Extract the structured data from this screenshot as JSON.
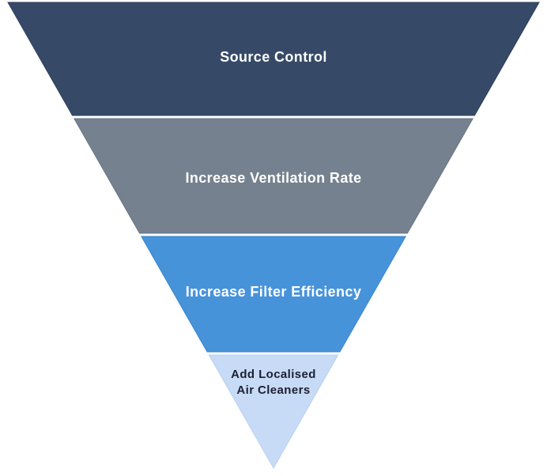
{
  "diagram": {
    "type": "inverted-pyramid",
    "background_color": "#ffffff",
    "levels": [
      {
        "id": "source-control",
        "label": "Source Control",
        "fill": "#364a68",
        "stroke": "#2d3f5a",
        "text_color": "#ffffff"
      },
      {
        "id": "increase-ventilation-rate",
        "label": "Increase Ventilation Rate",
        "fill": "#75818f",
        "stroke": "#6a7685",
        "text_color": "#ffffff"
      },
      {
        "id": "increase-filter-efficiency",
        "label": "Increase Filter Efficiency",
        "fill": "#4793da",
        "stroke": "#3b86cd",
        "text_color": "#ffffff"
      },
      {
        "id": "add-localised-air-cleaners",
        "label": "Add Localised Air Cleaners",
        "label_lines": [
          "Add Localised",
          "Air Cleaners"
        ],
        "fill": "#c7dbf6",
        "stroke": "#b9d0f0",
        "text_color": "#1d1f31"
      }
    ]
  }
}
